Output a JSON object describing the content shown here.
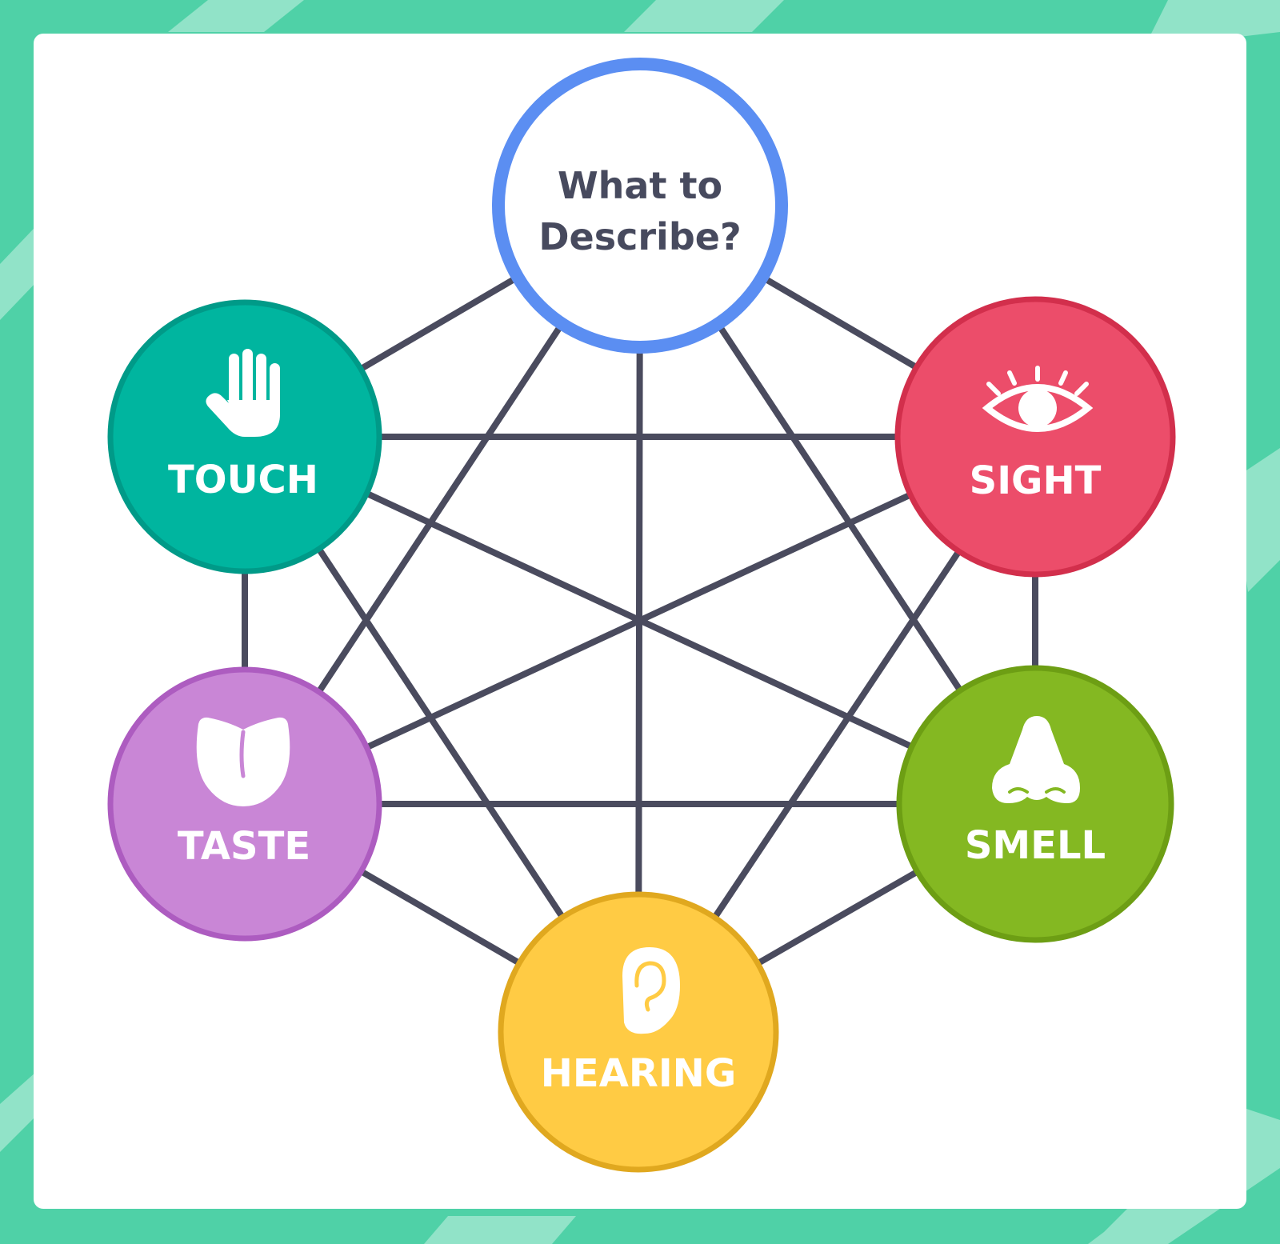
{
  "center": {
    "line1": "What to",
    "line2": "Describe?"
  },
  "senses": [
    {
      "label": "TOUCH",
      "icon": "hand-icon",
      "fill": "#00b59f",
      "stroke": "#009a88"
    },
    {
      "label": "SIGHT",
      "icon": "eye-icon",
      "fill": "#ec4d6a",
      "stroke": "#d22f4c"
    },
    {
      "label": "TASTE",
      "icon": "tongue-icon",
      "fill": "#c986d6",
      "stroke": "#ad5cc0"
    },
    {
      "label": "SMELL",
      "icon": "nose-icon",
      "fill": "#84b822",
      "stroke": "#6d9e14"
    },
    {
      "label": "HEARING",
      "icon": "ear-icon",
      "fill": "#ffcb44",
      "stroke": "#e0a81f"
    }
  ],
  "colors": {
    "frame": "#4fd1a7",
    "card": "#ffffff",
    "connector": "#4a4b5e",
    "center_ring": "#5b8ef2",
    "center_text": "#474a5e"
  }
}
